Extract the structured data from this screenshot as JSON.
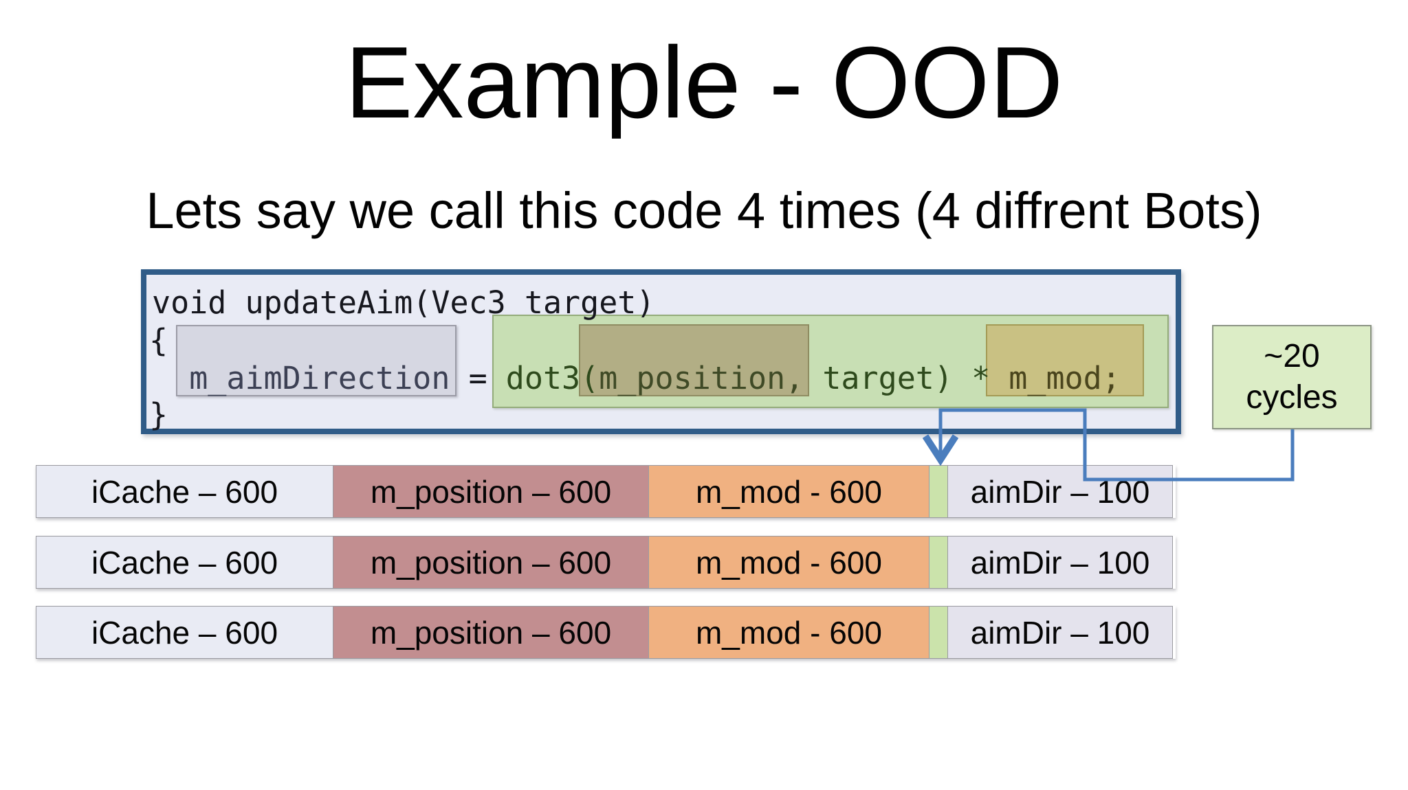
{
  "slide": {
    "title": "Example - OOD",
    "subtitle": "Lets say we call this code 4 times (4 diffrent Bots)"
  },
  "code": {
    "line1": "void updateAim(Vec3 target)",
    "line2": "{",
    "line3": {
      "indent": "  ",
      "lhs": "m_aimDirection",
      "assign": " = ",
      "call": "dot3(",
      "arg1": "m_position,",
      "middle": " target) * ",
      "result": "m_mod;"
    },
    "line4": "}"
  },
  "callout": {
    "line1": "~20",
    "line2": "cycles"
  },
  "rows": [
    {
      "cells": [
        {
          "label": "iCache – 600"
        },
        {
          "label": "m_position – 600"
        },
        {
          "label": "m_mod - 600"
        },
        {
          "label": ""
        },
        {
          "label": "aimDir – 100"
        }
      ]
    },
    {
      "cells": [
        {
          "label": "iCache – 600"
        },
        {
          "label": "m_position – 600"
        },
        {
          "label": "m_mod - 600"
        },
        {
          "label": ""
        },
        {
          "label": "aimDir – 100"
        }
      ]
    },
    {
      "cells": [
        {
          "label": "iCache – 600"
        },
        {
          "label": "m_position – 600"
        },
        {
          "label": "m_mod - 600"
        },
        {
          "label": ""
        },
        {
          "label": "aimDir – 100"
        }
      ]
    }
  ],
  "colors": {
    "code_box_border": "#305c88",
    "code_box_bg": "#e9ebf5",
    "highlight_gray": "#d6d7e2",
    "highlight_green": "#c8dfb4",
    "highlight_olive": "#b2ae85",
    "highlight_tan": "#c9c183",
    "bar_icache": "#e9ebf4",
    "bar_mposition": "#c28e90",
    "bar_mmod": "#f0b181",
    "bar_sliver_green": "#cbe3ab",
    "bar_aimdir": "#e4e3ed",
    "callout_green": "#dcedc6",
    "connector_blue": "#4a7dbd"
  }
}
